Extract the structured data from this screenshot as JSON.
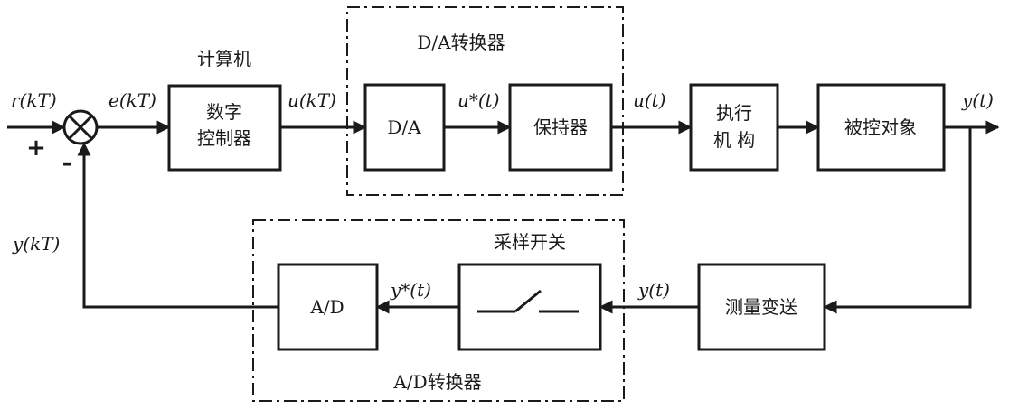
{
  "blocks": {
    "controller_caption": "计算机",
    "controller_line1": "数字",
    "controller_line2": "控制器",
    "da": "D/A",
    "hold": "保持器",
    "actuator_line1": "执行",
    "actuator_line2": "机 构",
    "plant": "被控对象",
    "measure": "测量变送",
    "ad": "A/D",
    "switch_caption": "采样开关"
  },
  "groups": {
    "da_converter": "D/A转换器",
    "ad_converter": "A/D转换器"
  },
  "signals": {
    "r": "r(kT)",
    "e": "e(kT)",
    "u": "u(kT)",
    "u_star": "u*(t)",
    "u_t": "u(t)",
    "y_out": "y(t)",
    "y_fb": "y(t)",
    "y_star": "y*(t)",
    "y_kt": "y(kT)"
  },
  "signs": {
    "plus": "+",
    "minus": "-"
  }
}
